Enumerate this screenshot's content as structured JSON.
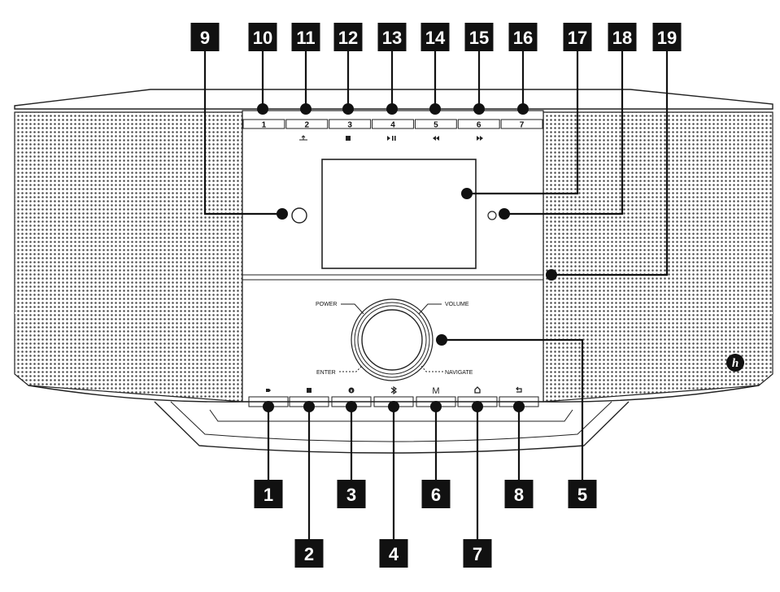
{
  "top_labels": [
    "9",
    "10",
    "11",
    "12",
    "13",
    "14",
    "15",
    "16",
    "17",
    "18",
    "19"
  ],
  "bottom_labels": [
    "1",
    "2",
    "3",
    "4",
    "5",
    "6",
    "7",
    "8"
  ],
  "preset_buttons": [
    "1",
    "2",
    "3",
    "4",
    "5",
    "6",
    "7"
  ],
  "top_function_icons": [
    "usb-icon",
    "stop-icon",
    "play-pause-icon",
    "rewind-icon",
    "fast-forward-icon"
  ],
  "bottom_button_icons": [
    "dab-icon",
    "card-icon",
    "info-icon",
    "bluetooth-icon",
    "mode-icon",
    "home-icon",
    "back-icon"
  ],
  "mode_button_text": "M",
  "knob": {
    "power": "POWER",
    "volume": "VOLUME",
    "enter": "ENTER",
    "navigate": "NAVIGATE"
  },
  "logo_text": "h"
}
